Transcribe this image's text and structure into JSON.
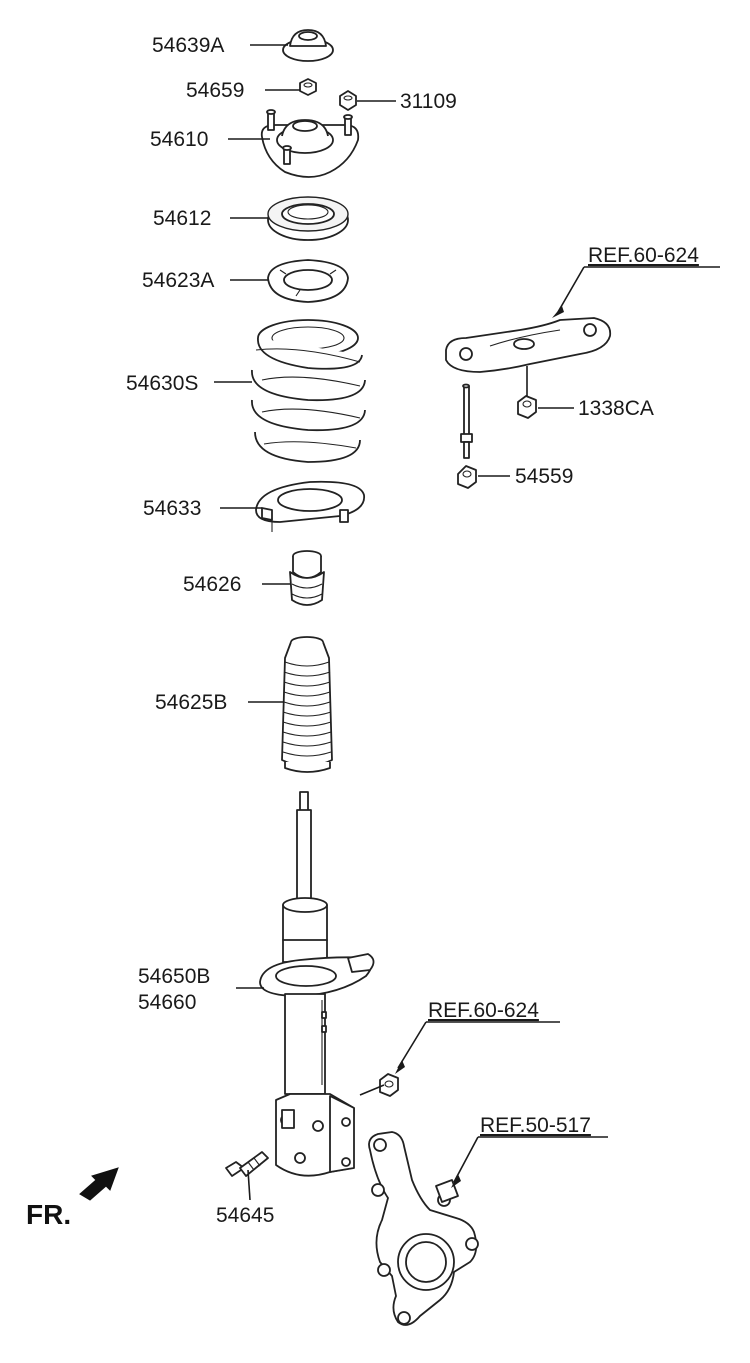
{
  "labels": {
    "p54639A": "54639A",
    "p54659": "54659",
    "p31109": "31109",
    "p54610": "54610",
    "p54612": "54612",
    "p54623A": "54623A",
    "p54630S": "54630S",
    "p54633": "54633",
    "p54626": "54626",
    "p54625B": "54625B",
    "p54650B": "54650B",
    "p54660": "54660",
    "p54645": "54645",
    "p1338CA": "1338CA",
    "p54559": "54559",
    "ref_60_624_a": "REF.60-624",
    "ref_60_624_b": "REF.60-624",
    "ref_50_517": "REF.50-517"
  },
  "direction": {
    "label": "FR."
  }
}
